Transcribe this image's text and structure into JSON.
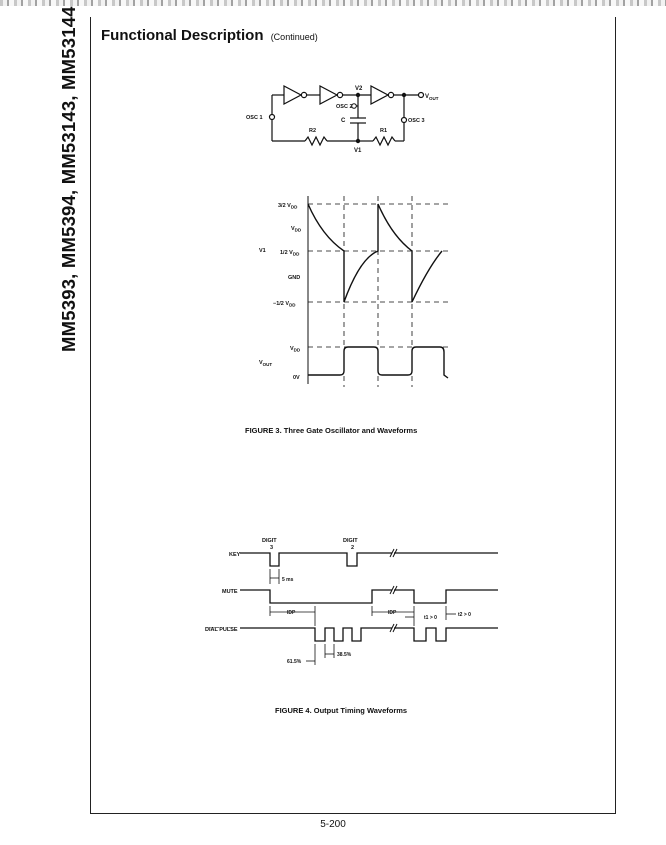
{
  "side_title": "MM5393, MM5394, MM53143, MM53144",
  "section": {
    "title": "Functional Description",
    "continued": "(Continued)"
  },
  "figure3": {
    "labels": {
      "v2": "V2",
      "v_out": "V",
      "v_out_sub": "OUT",
      "osc1": "OSC 1",
      "osc2": "OSC 2",
      "osc3": "OSC 3",
      "c": "C",
      "r1": "R1",
      "r2": "R2",
      "v1": "V1"
    },
    "wave_y_labels": [
      "3/2 V",
      "V",
      "1/2 V",
      "GND",
      "−1/2 V"
    ],
    "wave_y_subs": [
      "DD",
      "DD",
      "DD",
      "",
      "DD"
    ],
    "v1_label": "V1",
    "out_y_labels": [
      "V",
      "0V"
    ],
    "out_y_subs": [
      "DD",
      ""
    ],
    "vout_label": "V",
    "vout_sub": "OUT",
    "caption": "FIGURE 3. Three Gate Oscillator and Waveforms"
  },
  "figure4": {
    "digit3": [
      "DIGIT",
      "3"
    ],
    "digit2": [
      "DIGIT",
      "2"
    ],
    "key_label": "KEY",
    "mute_label": "MUTE",
    "dial_label": "DIAL PULSE",
    "t5ms": "5 ms",
    "idp": "IDP",
    "t1": "t1 > 0",
    "t2": "t2 > 0",
    "p61": "61.5%",
    "p38": "38.5%",
    "caption": "FIGURE 4. Output Timing Waveforms"
  },
  "page_number": "5-200"
}
